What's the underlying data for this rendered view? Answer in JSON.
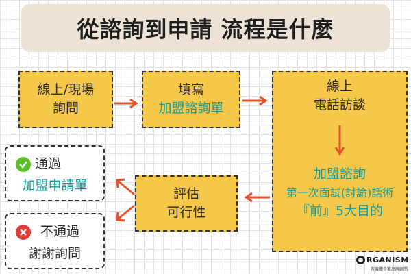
{
  "title": "從諮詢到申請 流程是什麼",
  "boxes": {
    "inquiry": {
      "line1": "線上/現場",
      "line2": "詢問"
    },
    "fill": {
      "line1": "填寫",
      "line2": "加盟諮詢單"
    },
    "phone": {
      "line1": "線上",
      "line2": "電話訪談",
      "line3": "加盟諮詢",
      "line4": "第一次面試(討論)話術",
      "line5": "『前』5大目的"
    },
    "evaluate": {
      "line1": "評估",
      "line2": "可行性"
    },
    "pass": {
      "label": "通過",
      "action": "加盟申請單",
      "icon": "check-circle-icon"
    },
    "fail": {
      "label": "不通過",
      "action": "謝謝詢問",
      "icon": "x-circle-icon"
    }
  },
  "logo": {
    "name": "RGANISM",
    "subtitle": "有機體企業品牌顧問"
  },
  "colors": {
    "box_fill": "#f6c84a",
    "arrow": "#e8512a",
    "accent_teal": "#139c9c",
    "title_bg": "#ece2d6",
    "pass_green": "#5cbf2a",
    "fail_red": "#e53935"
  }
}
